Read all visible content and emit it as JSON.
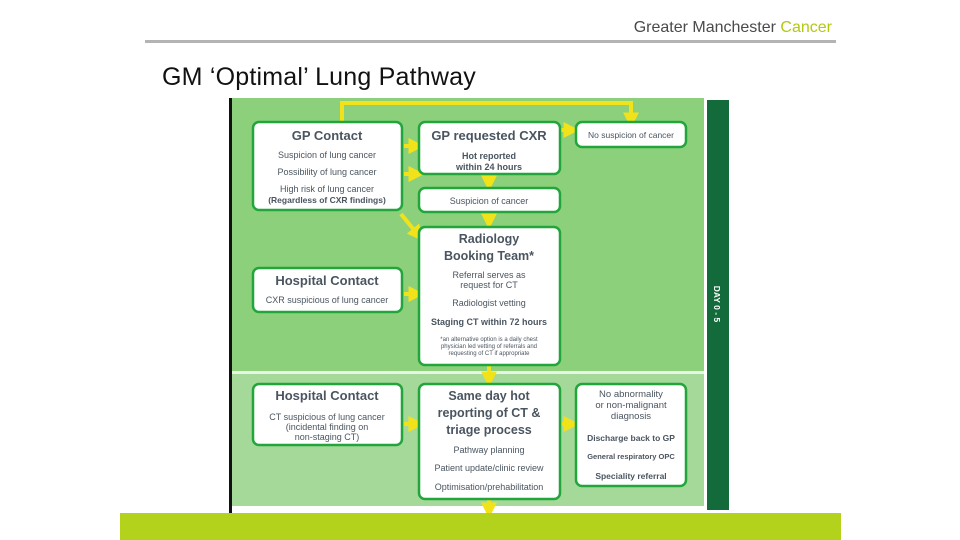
{
  "header": {
    "brand_prefix": "Greater Manchester",
    "brand_accent": "Cancer",
    "title": "GM ‘Optimal’ Lung Pathway"
  },
  "colors": {
    "accent": "#b3c90f",
    "footer_bar": "#b3d21b",
    "zone_top": "#8dd07c",
    "zone_bottom": "#a5d99a",
    "box_border": "#22a53a",
    "arrow": "#f2e21a",
    "side_bar": "#136a3a"
  },
  "diagram": {
    "side_label": "DAY 0 - 5",
    "gp_contact": {
      "title": "GP Contact",
      "lines": [
        "Suspicion of lung cancer",
        "Possibility of lung cancer",
        "High risk of lung cancer"
      ],
      "note": "(Regardless of CXR findings)"
    },
    "gp_cxr": {
      "title": "GP requested CXR",
      "lines": [
        "Hot reported",
        "within 24 hours"
      ]
    },
    "no_suspicion": {
      "text": "No suspicion of cancer"
    },
    "suspicion": {
      "text": "Suspicion of cancer"
    },
    "radiology": {
      "title_1": "Radiology",
      "title_2": "Booking Team*",
      "lines": [
        "Referral serves as",
        "request for CT",
        "Radiologist vetting"
      ],
      "staging": "Staging CT within 72 hours",
      "footnote": [
        "*an alternative option is a daily chest",
        "physician led vetting of referrals and",
        "requesting of CT if appropriate"
      ]
    },
    "hospital_contact_1": {
      "title": "Hospital Contact",
      "text": "CXR suspicious of lung cancer"
    },
    "hospital_contact_2": {
      "title": "Hospital Contact",
      "lines": [
        "CT suspicious of lung cancer",
        "(incidental finding on",
        "non-staging CT)"
      ]
    },
    "same_day": {
      "title": [
        "Same day hot",
        "reporting of CT &",
        "triage process"
      ],
      "items": [
        "Pathway planning",
        "Patient update/clinic review",
        "Optimisation/prehabilitation"
      ]
    },
    "no_abnormality": {
      "lines": [
        "No abnormality",
        "or non-malignant",
        "diagnosis"
      ],
      "items": [
        "Discharge back to GP",
        "General respiratory OPC",
        "Speciality referral"
      ]
    }
  }
}
